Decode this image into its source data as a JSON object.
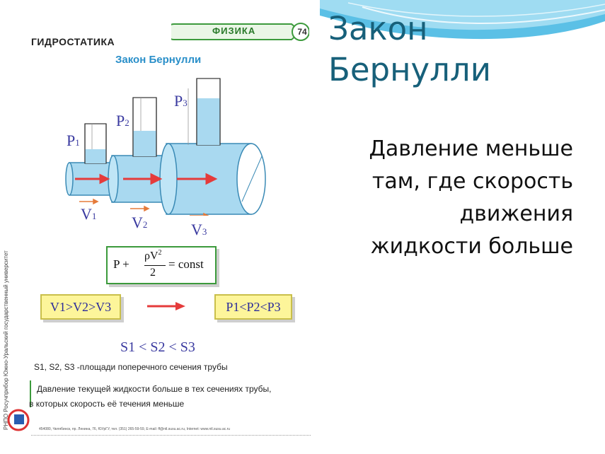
{
  "slide": {
    "title_line1": "Закон",
    "title_line2": "Бернулли",
    "body_lines": [
      "Давление меньше",
      "там, где скорость",
      "движения",
      "жидкости больше"
    ]
  },
  "poster": {
    "topic": "ГИДРОСТАТИКА",
    "subject": "ФИЗИКА",
    "page_number": "74",
    "subtitle": "Закон Бернулли",
    "pressures": [
      {
        "letter": "P",
        "index": "1"
      },
      {
        "letter": "P",
        "index": "2"
      },
      {
        "letter": "P",
        "index": "3"
      }
    ],
    "velocities": [
      {
        "letter": "V",
        "index": "1"
      },
      {
        "letter": "V",
        "index": "2"
      },
      {
        "letter": "V",
        "index": "3"
      }
    ],
    "formula": {
      "p": "P +",
      "num": "ρV",
      "exp": "2",
      "den": "2",
      "rhs": "= const"
    },
    "velocity_inequality": "V1>V2>V3",
    "pressure_inequality": "P1<P2<P3",
    "area_inequality": "S1 < S2 < S3",
    "area_note": "S1, S2, S3 -площади поперечного сечения трубы",
    "conclusion_line1": "Давление текущей жидкости больше в тех сечениях трубы,",
    "conclusion_line2": "в которых скорость её течения меньше",
    "vertical_credit": "РНПО Росучприбор    Южно-Уральский государственный университет",
    "footer": "454080, Челябинск, пр. Ленина, 76, ЮУрГУ, тел. (351) 265-59-59, E-mail: ff@ntl.susu.ac.ru, Internet: www.ntl.susu.ac.ru"
  },
  "colors": {
    "title": "#17607a",
    "pipe": "#a9d9f0",
    "arrow": "#e53b3b",
    "formula_border": "#3c9a3c",
    "inequality_box": "#fdf59a",
    "header_green": "#3c9a3c"
  }
}
